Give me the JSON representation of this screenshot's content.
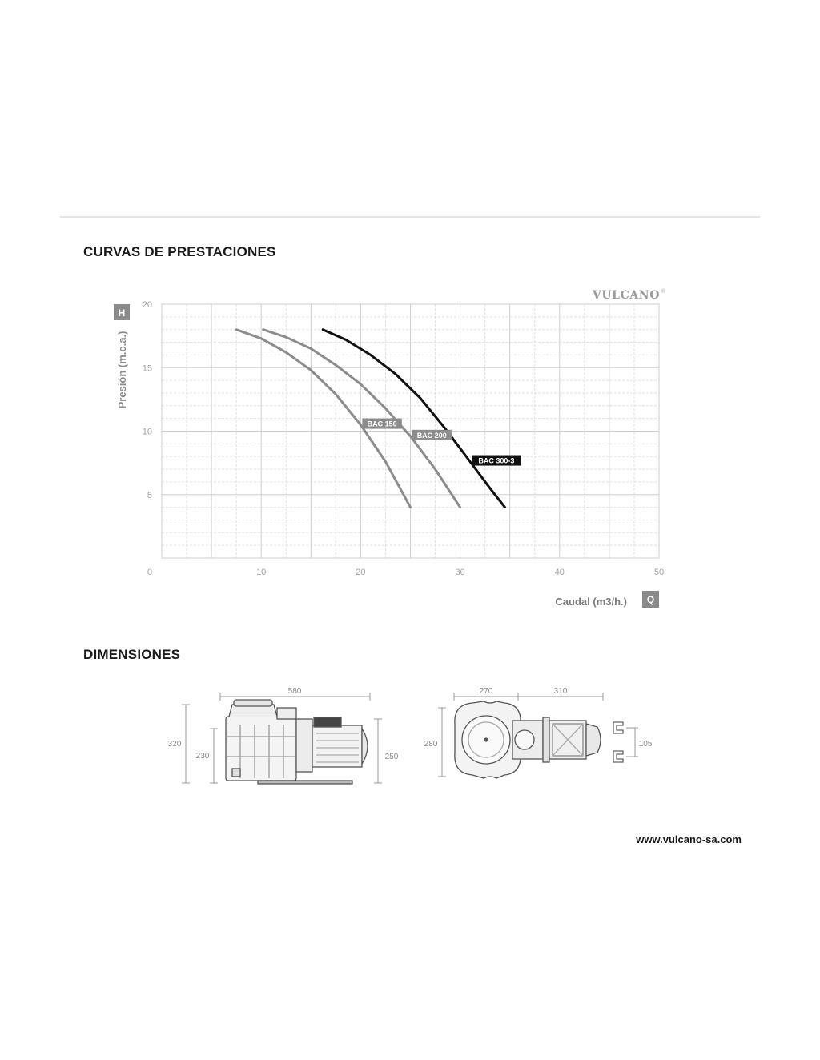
{
  "sections": {
    "curves_title": "CURVAS DE PRESTACIONES",
    "dimensions_title": "DIMENSIONES"
  },
  "brand": {
    "logo_text": "VULCANO",
    "logo_mark": "®"
  },
  "website": "www.vulcano-sa.com",
  "chart_data": {
    "type": "line",
    "title": "",
    "ylabel": "Presión (m.c.a.)",
    "y_badge": "H",
    "xlabel": "Caudal (m3/h.)",
    "x_badge": "Q",
    "xlim": [
      0,
      50
    ],
    "ylim": [
      0,
      20
    ],
    "x_ticks": [
      0,
      10,
      20,
      30,
      40,
      50
    ],
    "y_ticks": [
      5,
      10,
      15,
      20
    ],
    "grid": true,
    "series": [
      {
        "name": "BAC 150",
        "color": "#8c8c8c",
        "x": [
          7.5,
          10,
          12.5,
          15,
          17.5,
          20,
          22.5,
          25
        ],
        "y": [
          18,
          17.3,
          16.2,
          14.8,
          12.9,
          10.5,
          7.6,
          4
        ]
      },
      {
        "name": "BAC 200",
        "color": "#8c8c8c",
        "x": [
          10.2,
          12.5,
          15,
          17.5,
          20,
          22.5,
          25,
          27.5,
          30
        ],
        "y": [
          18,
          17.4,
          16.5,
          15.2,
          13.7,
          11.8,
          9.6,
          7,
          4
        ]
      },
      {
        "name": "BAC 300-3",
        "color": "#111111",
        "x": [
          16.2,
          18.5,
          21,
          23.5,
          26,
          28.5,
          31,
          33,
          34.5
        ],
        "y": [
          18,
          17.2,
          16,
          14.5,
          12.6,
          10.2,
          7.6,
          5.5,
          4
        ]
      }
    ]
  },
  "dimensions": {
    "side_view": {
      "length": "580",
      "total_height": "320",
      "suction_height": "230",
      "discharge_height": "250"
    },
    "top_view": {
      "width_a": "270",
      "width_b": "310",
      "depth": "280"
    },
    "base": {
      "slot_spacing": "105"
    }
  }
}
